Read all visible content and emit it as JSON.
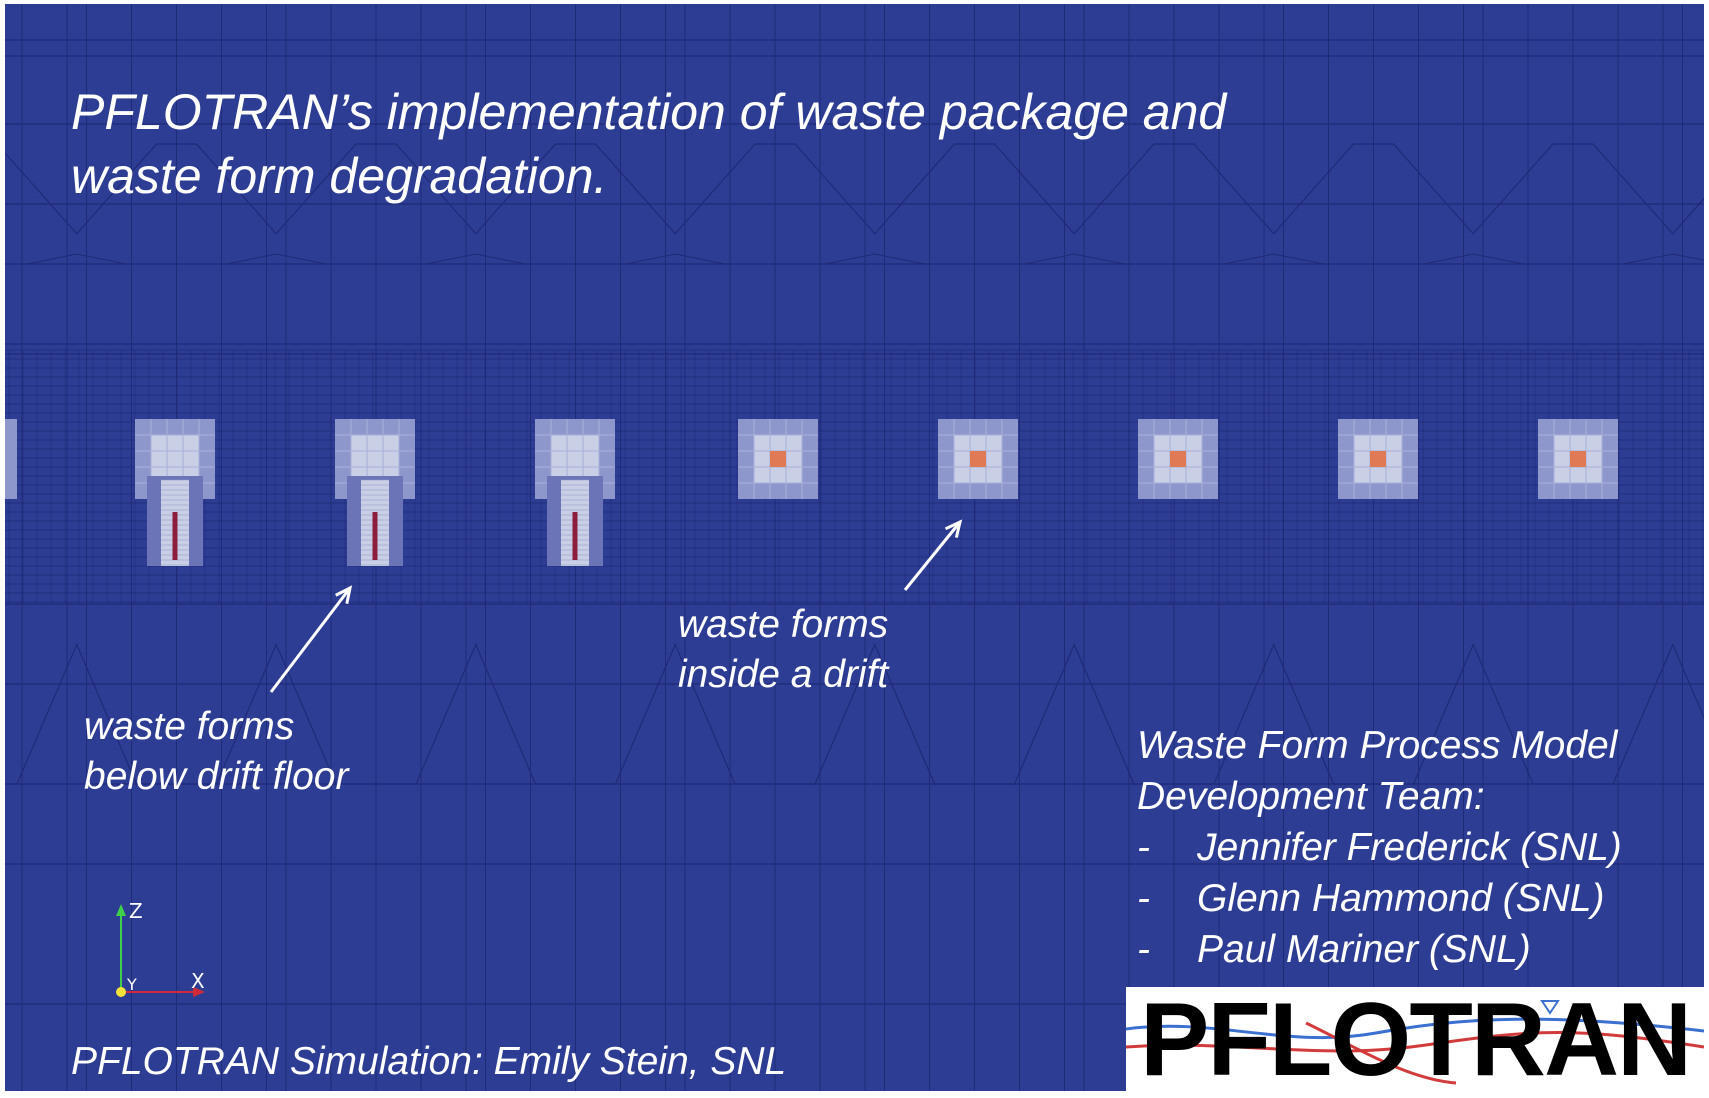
{
  "slide": {
    "title_lines": [
      "PFLOTRAN’s implementation of waste package and",
      "waste form degradation."
    ],
    "label_below": [
      "waste forms",
      "below drift floor"
    ],
    "label_inside": [
      "waste forms",
      "inside a drift"
    ],
    "team_heading": [
      "Waste Form Process Model",
      "Development Team:"
    ],
    "team_members": [
      {
        "dash": "-",
        "name": "Jennifer Frederick (SNL)"
      },
      {
        "dash": "-",
        "name": "Glenn Hammond (SNL)"
      },
      {
        "dash": "-",
        "name": "Paul Mariner (SNL)"
      }
    ],
    "credit": "PFLOTRAN Simulation: Emily Stein, SNL",
    "logo_text": "PFLOTRAN"
  },
  "axes_triad": {
    "z": "Z",
    "y": "Y",
    "x": "X"
  },
  "colors": {
    "background": "#2e3d94",
    "grid_line": "#1f2a78",
    "waste_package": "#c9cfe4",
    "waste_form_core": "#e07a55",
    "waste_form_rod": "#8c1f3d",
    "axis_z": "#3fcf4a",
    "axis_x": "#d02a3a",
    "axis_y": "#f2e23a"
  },
  "icons": [
    "arrow-icon",
    "axes-triad-icon",
    "pflotran-logo"
  ]
}
